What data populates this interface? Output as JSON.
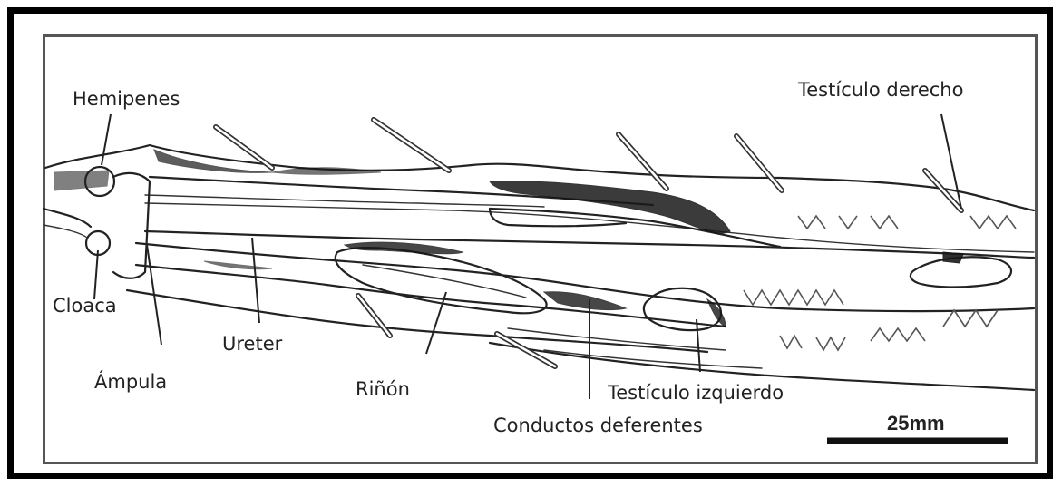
{
  "labels": {
    "hemipenes": "Hemipenes",
    "testiculo_derecho": "Testículo derecho",
    "cloaca": "Cloaca",
    "ureter": "Ureter",
    "ampula": "Ámpula",
    "rinon": "Riñón",
    "testiculo_izquierdo": "Testículo izquierdo",
    "conductos_deferentes": "Conductos deferentes",
    "scale": "25mm"
  }
}
